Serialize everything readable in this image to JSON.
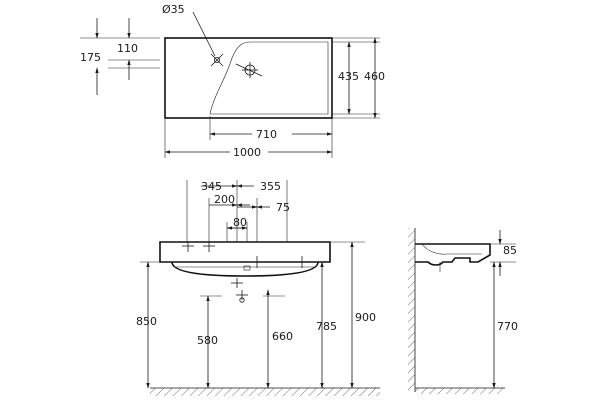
{
  "top_view": {
    "diameter": "Ø35",
    "dims": [
      "110",
      "175",
      "435",
      "460",
      "710",
      "1000"
    ]
  },
  "front_view": {
    "dims": [
      "345",
      "355",
      "200",
      "75",
      "80",
      "850",
      "580",
      "660",
      "785",
      "900"
    ]
  },
  "side_view": {
    "dims": [
      "85",
      "770"
    ]
  }
}
